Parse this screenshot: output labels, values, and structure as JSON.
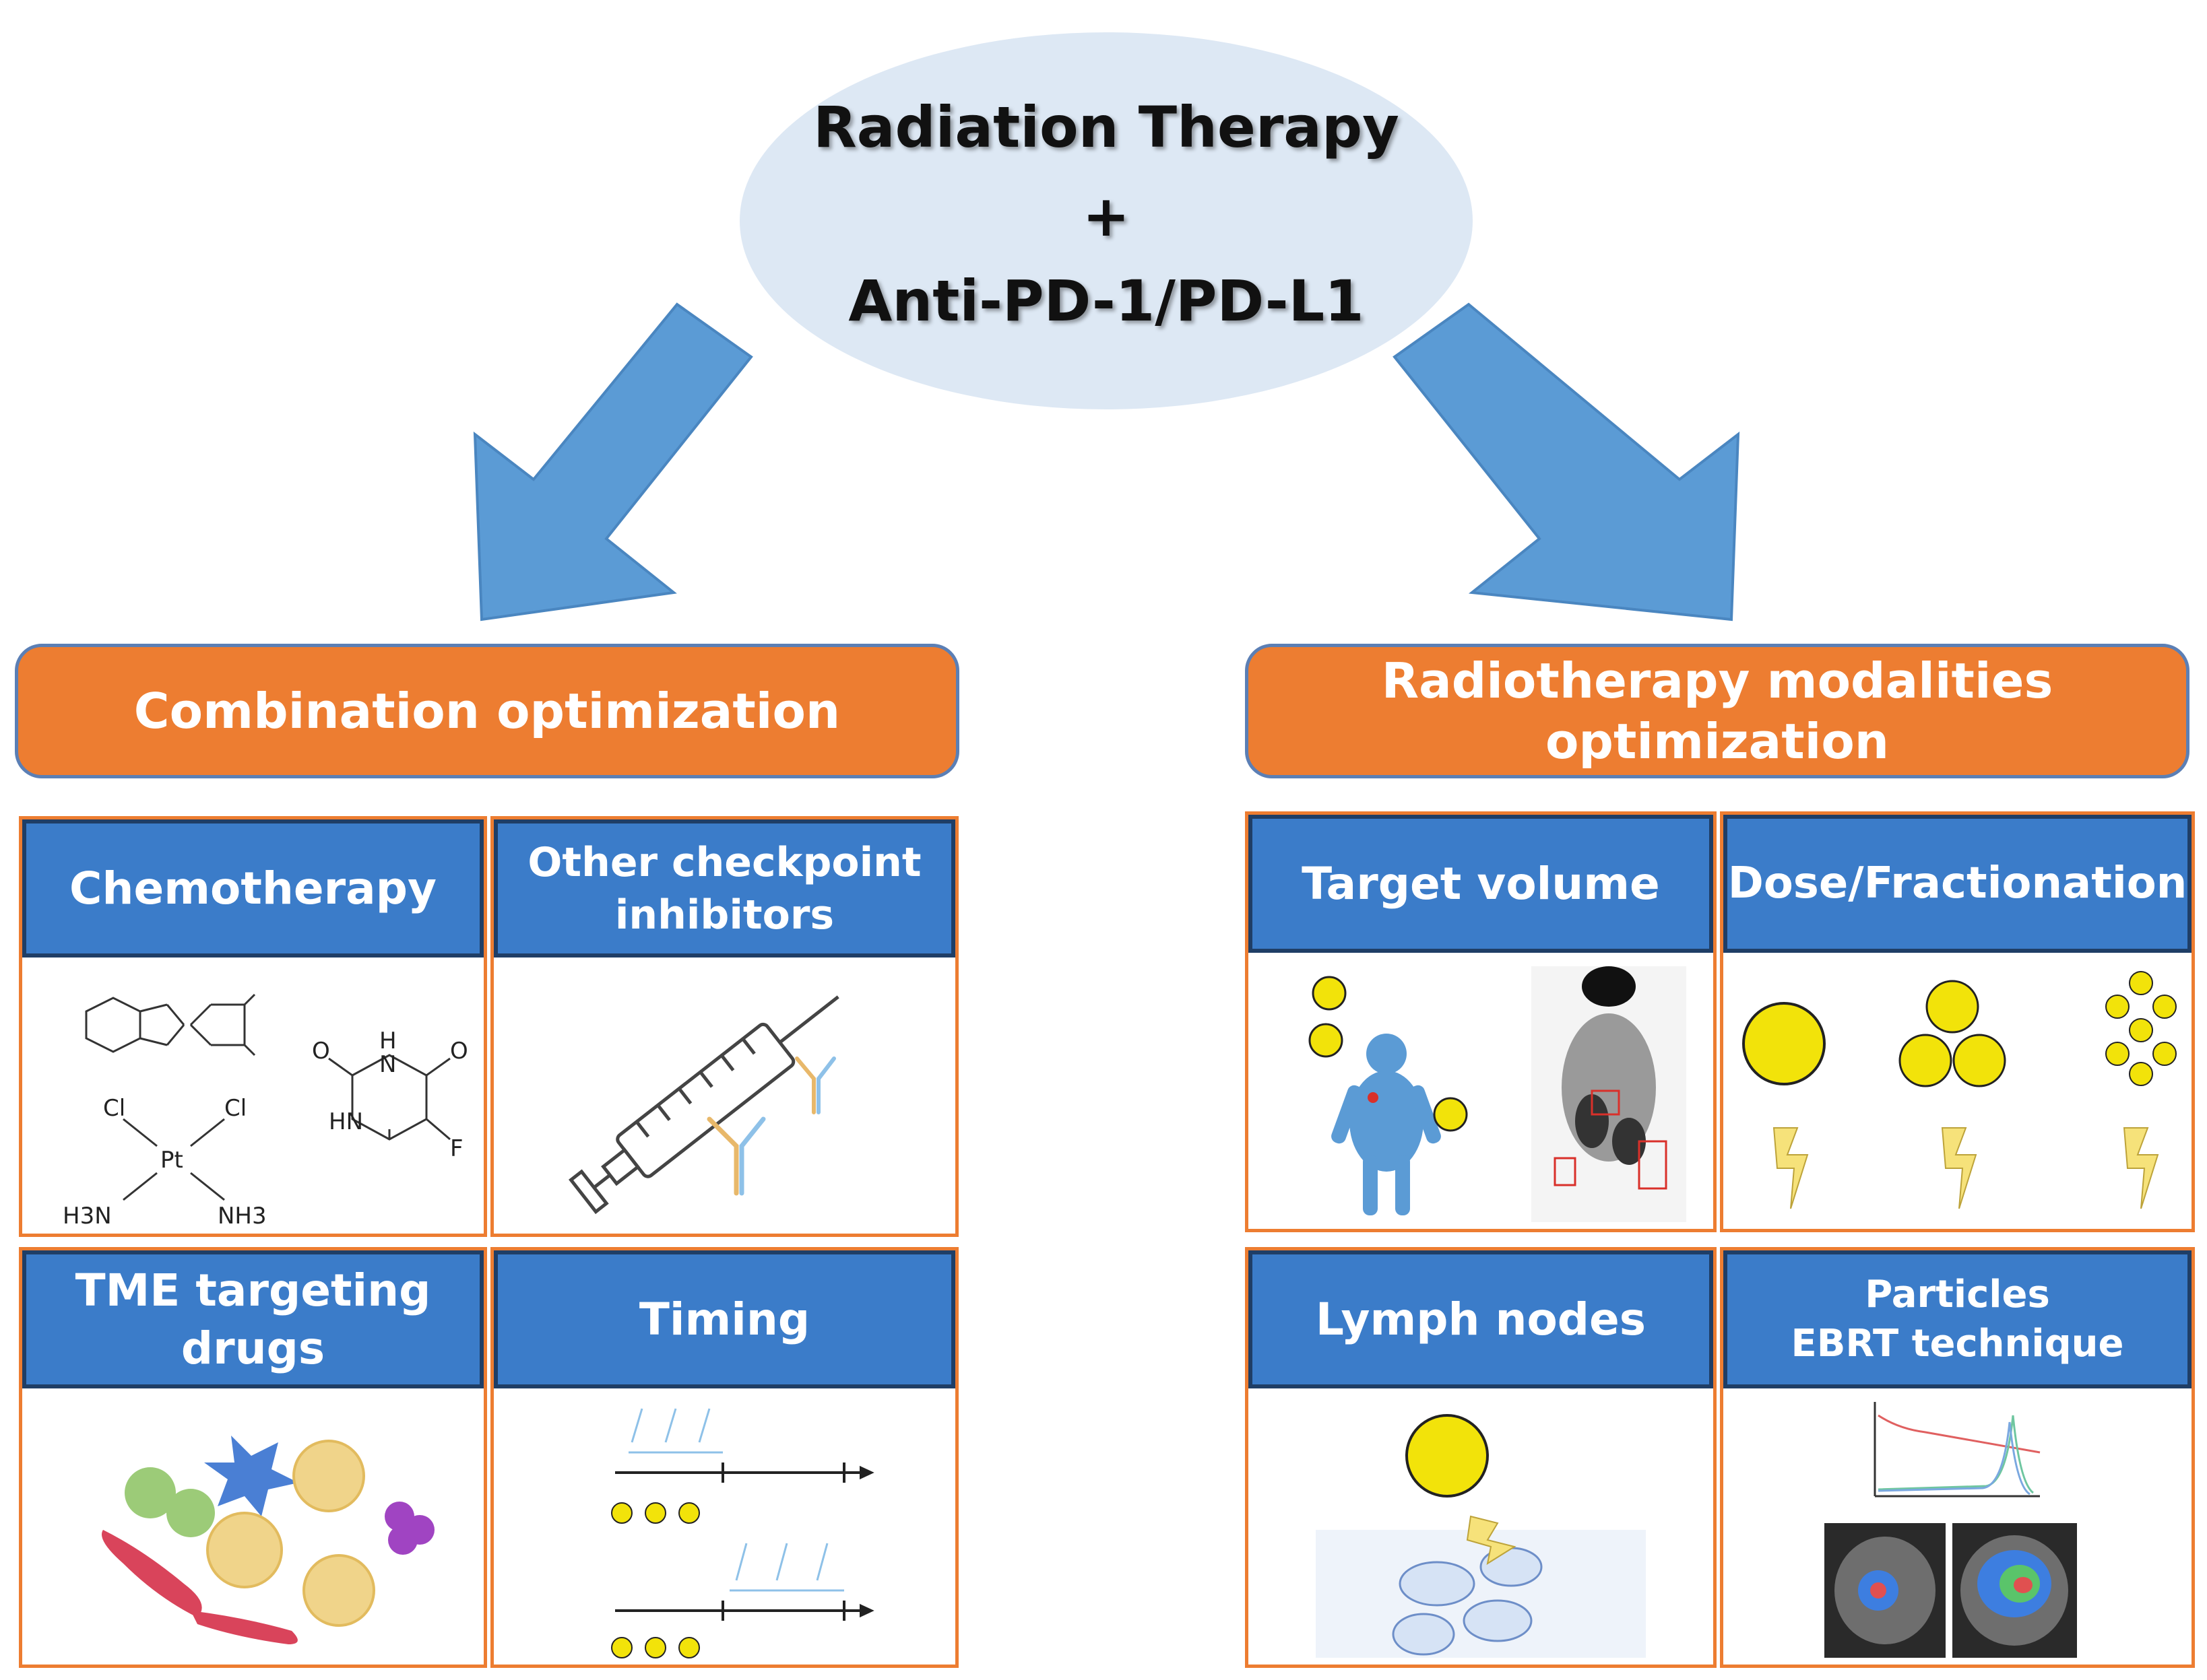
{
  "center": {
    "line1": "Radiation Therapy",
    "line2": "+",
    "line3": "Anti-PD-1/PD-L1"
  },
  "left_header": "Combination optimization",
  "right_header": {
    "line1": "Radiotherapy modalities",
    "line2": "optimization"
  },
  "panels": {
    "chemotherapy": "Chemotherapy",
    "checkpoint": {
      "line1": "Other checkpoint",
      "line2": "inhibitors"
    },
    "tme": {
      "line1": "TME targeting",
      "line2": "drugs"
    },
    "timing": "Timing",
    "target_volume": "Target volume",
    "dose": "Dose/Fractionation",
    "lymph": "Lymph nodes",
    "particles": {
      "line1": "Particles",
      "line2": "EBRT technique"
    }
  },
  "chem_labels": {
    "cl1": "Cl",
    "cl2": "Cl",
    "pt": "Pt",
    "h3n": "H3N",
    "nh3": "NH3",
    "h": "H",
    "n": "N",
    "hn": "HN",
    "o1": "O",
    "o2": "O",
    "f": "F"
  },
  "colors": {
    "arrow": "#5b9bd5",
    "orange": "#ed7d31",
    "header_blue": "#3b7cc9",
    "ellipse": "#dde8f4"
  }
}
